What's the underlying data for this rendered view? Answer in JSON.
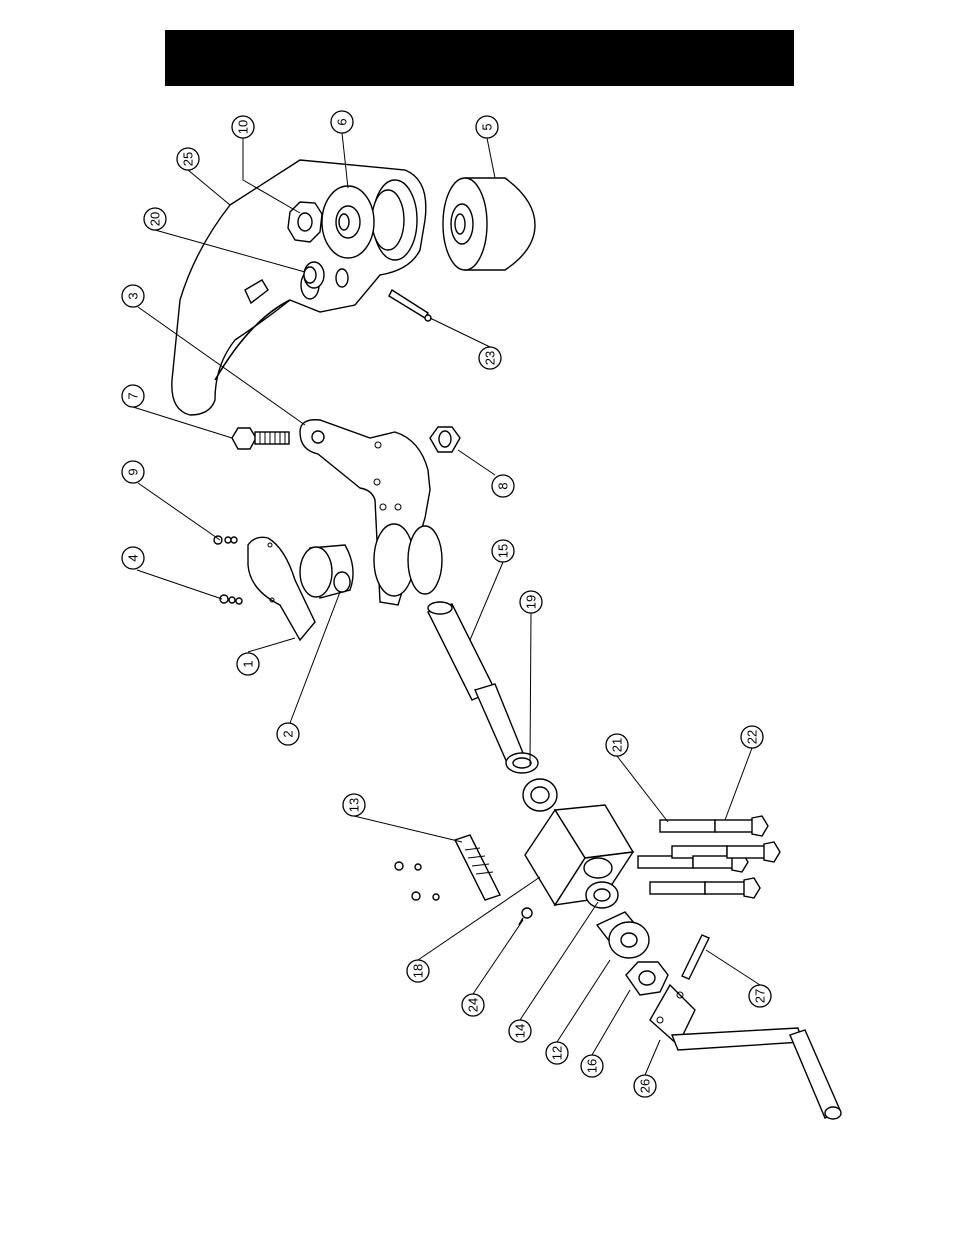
{
  "callouts": [
    {
      "id": "c1",
      "label": "1"
    },
    {
      "id": "c2",
      "label": "2"
    },
    {
      "id": "c3",
      "label": "3"
    },
    {
      "id": "c4",
      "label": "4"
    },
    {
      "id": "c5",
      "label": "5"
    },
    {
      "id": "c6",
      "label": "6"
    },
    {
      "id": "c7",
      "label": "7"
    },
    {
      "id": "c8",
      "label": "8"
    },
    {
      "id": "c9",
      "label": "9"
    },
    {
      "id": "c10",
      "label": "10"
    },
    {
      "id": "c12",
      "label": "12"
    },
    {
      "id": "c13",
      "label": "13"
    },
    {
      "id": "c14",
      "label": "14"
    },
    {
      "id": "c15",
      "label": "15"
    },
    {
      "id": "c16",
      "label": "16"
    },
    {
      "id": "c18",
      "label": "18"
    },
    {
      "id": "c19",
      "label": "19"
    },
    {
      "id": "c20",
      "label": "20"
    },
    {
      "id": "c21",
      "label": "21"
    },
    {
      "id": "c22",
      "label": "22"
    },
    {
      "id": "c23",
      "label": "23"
    },
    {
      "id": "c24",
      "label": "24"
    },
    {
      "id": "c25",
      "label": "25"
    },
    {
      "id": "c26",
      "label": "26"
    },
    {
      "id": "c27",
      "label": "27"
    }
  ]
}
